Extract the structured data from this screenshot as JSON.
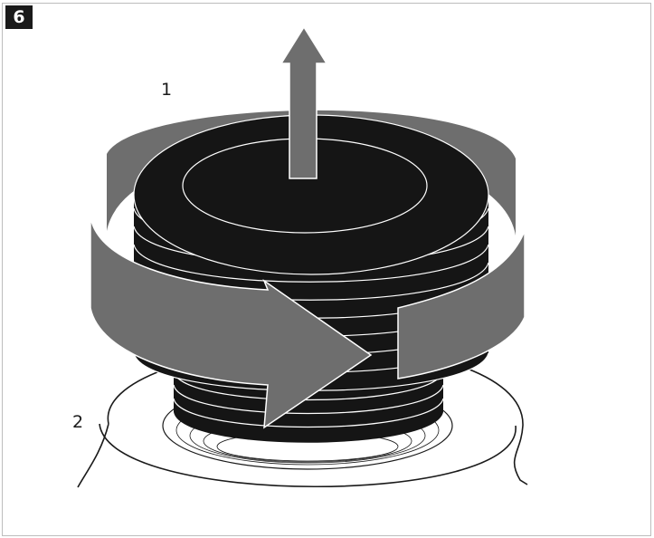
{
  "step": {
    "number": "6"
  },
  "callouts": {
    "one": "1",
    "two": "2"
  },
  "colors": {
    "part": "#151515",
    "arrow": "#6e6e6e",
    "outline": "#1a1a1a",
    "highlight": "#ffffff"
  },
  "icons": {
    "rotate": "rotate-arrow-icon",
    "lift": "lift-up-arrow-icon"
  }
}
